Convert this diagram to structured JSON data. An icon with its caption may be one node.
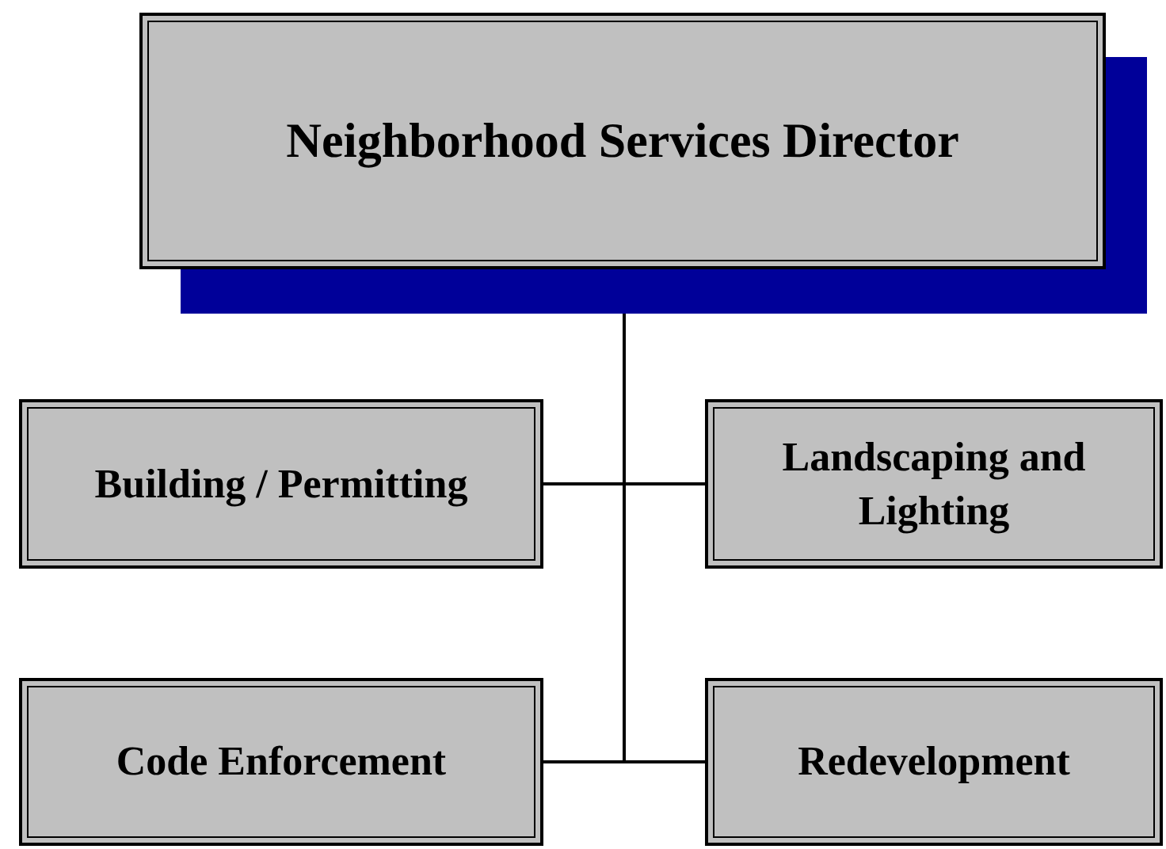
{
  "diagram": {
    "nodes": [
      {
        "text": [
          "Neighborhood Services Director"
        ]
      },
      {
        "text": [
          "Building / Permitting"
        ]
      },
      {
        "text": [
          "Landscaping and Lighting"
        ]
      },
      {
        "text": [
          "Code Enforcement"
        ]
      },
      {
        "text": [
          "Redevelopment"
        ]
      }
    ],
    "edges": [
      {
        "from": 0,
        "to": 1,
        "arrow": "none"
      },
      {
        "from": 0,
        "to": 2,
        "arrow": "none"
      },
      {
        "from": 0,
        "to": 3,
        "arrow": "none"
      },
      {
        "from": 0,
        "to": 4,
        "arrow": "none"
      }
    ]
  }
}
